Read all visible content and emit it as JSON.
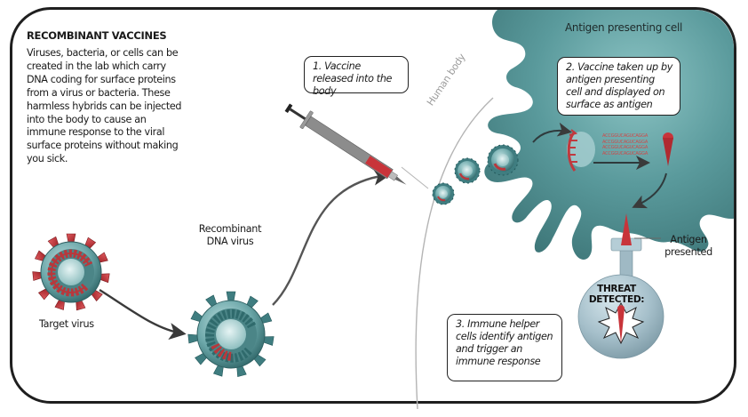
{
  "title": "RECOMBINANT VACCINES",
  "intro_text": "Viruses, bacteria, or cells can be created in the lab which carry DNA coding for surface proteins from a virus or bacteria. These harmless hybrids can be injected into the body to cause an immune response to the viral surface proteins without making you sick.",
  "labels": {
    "target_virus": "Target virus",
    "recombinant_virus": "Recombinant DNA virus",
    "antigen_presenting_cell": "Antigen presenting cell",
    "human_body": "Human body",
    "antigen_presented": "Antigen presented",
    "threat_detected": "THREAT DETECTED:",
    "rna_sequence": [
      "ACCGGUCAGUCAGGA",
      "ACCGGUCAGUCAGGA",
      "ACCGGUCAGUCAGGA",
      "ACCGGUCAGUCAGGA"
    ]
  },
  "steps": [
    {
      "text": "1. Vaccine released into the body"
    },
    {
      "text": "2. Vaccine taken up by antigen presenting cell and displayed on surface as antigen"
    },
    {
      "text": "3. Immune helper cells identify antigen and trigger an immune response"
    }
  ],
  "colors": {
    "virus_red": "#b8383c",
    "virus_teal": "#3d7e80",
    "cell_teal": "#4f8f92",
    "syringe_fill": "#c8343a",
    "helper_cell": "#9fb9c4",
    "frame": "#1f1f1f"
  }
}
